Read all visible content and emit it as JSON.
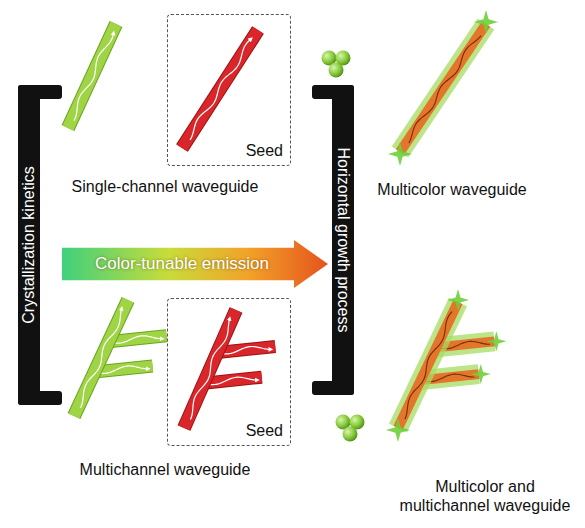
{
  "diagram": {
    "nodes": [
      {
        "text": [
          "Crystallization kinetics"
        ]
      },
      {
        "text": [
          "Seed"
        ]
      },
      {
        "text": [
          "Seed"
        ]
      },
      {
        "text": [
          "Color-tunable emission"
        ]
      },
      {
        "text": [
          "Horizontal growth process"
        ]
      }
    ],
    "labels": [
      "Single-channel waveguide",
      "Multichannel waveguide",
      "Multicolor waveguide",
      "Multicolor and multichannel waveguide"
    ]
  }
}
